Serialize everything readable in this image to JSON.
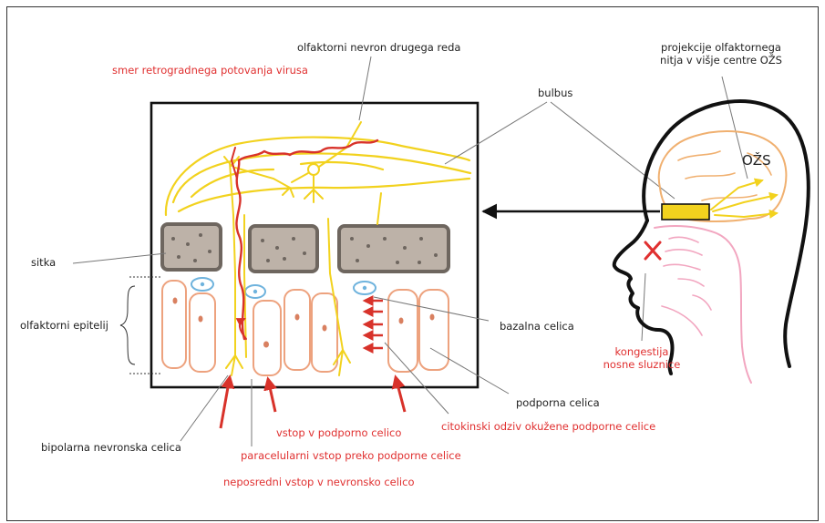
{
  "colors": {
    "nerve": "#f2d21e",
    "virus": "#d8322a",
    "bone": "#8a8177",
    "bone_fill": "#bdb2a8",
    "cell": "#eda27e",
    "basal": "#6fb3dd",
    "pink": "#f2a6c0",
    "brain": "#f0b070",
    "label_red": "#e03030",
    "label_black": "#222222"
  },
  "labels": {
    "second_order_neuron": "olfaktorni nevron drugega reda",
    "retrograde_direction": "smer retrogradnega potovanja virusa",
    "bulbus": "bulbus",
    "projections": "projekcije olfaktornega nitja v višje centre OŽS",
    "cns": "OŽS",
    "sitka": "sitka",
    "olfactory_epithelium": "olfaktorni epitelij",
    "basal_cell": "bazalna celica",
    "congestion": "kongestija nosne sluznice",
    "supporting_cell": "podporna celica",
    "cytokine_response": "citokinski odziv okužene podporne celice",
    "entry_supporting": "vstop v podporno celico",
    "bipolar_neuron": "bipolarna nevronska celica",
    "paracellular_entry": "paracelularni vstop preko podporne celice",
    "direct_entry": "neposredni vstop v nevronsko celico"
  }
}
